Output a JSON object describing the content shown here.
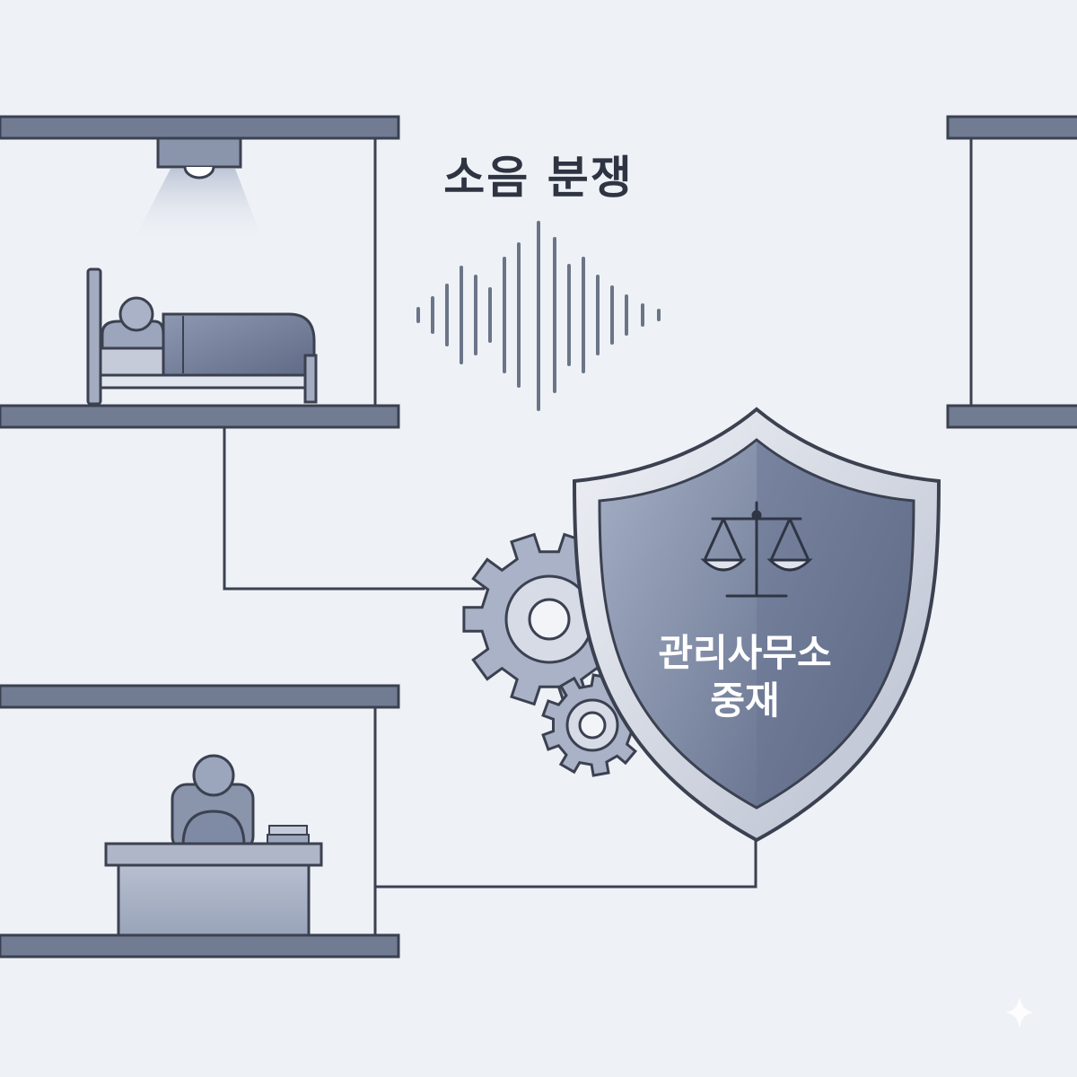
{
  "title": "소음 분쟁",
  "shield": {
    "line1": "관리사무소",
    "line2": "중재"
  },
  "colors": {
    "background": "#eef1f6",
    "structure": "#6b7588",
    "accent": "#7f8aa5",
    "outline": "#3b4150",
    "text_dark": "#2e3441",
    "text_light": "#ffffff"
  },
  "icons": [
    "ceiling-lamp-icon",
    "sleeping-person-icon",
    "sound-wave-icon",
    "gear-icon",
    "shield-icon",
    "scales-of-justice-icon",
    "office-worker-icon",
    "sparkle-icon"
  ]
}
